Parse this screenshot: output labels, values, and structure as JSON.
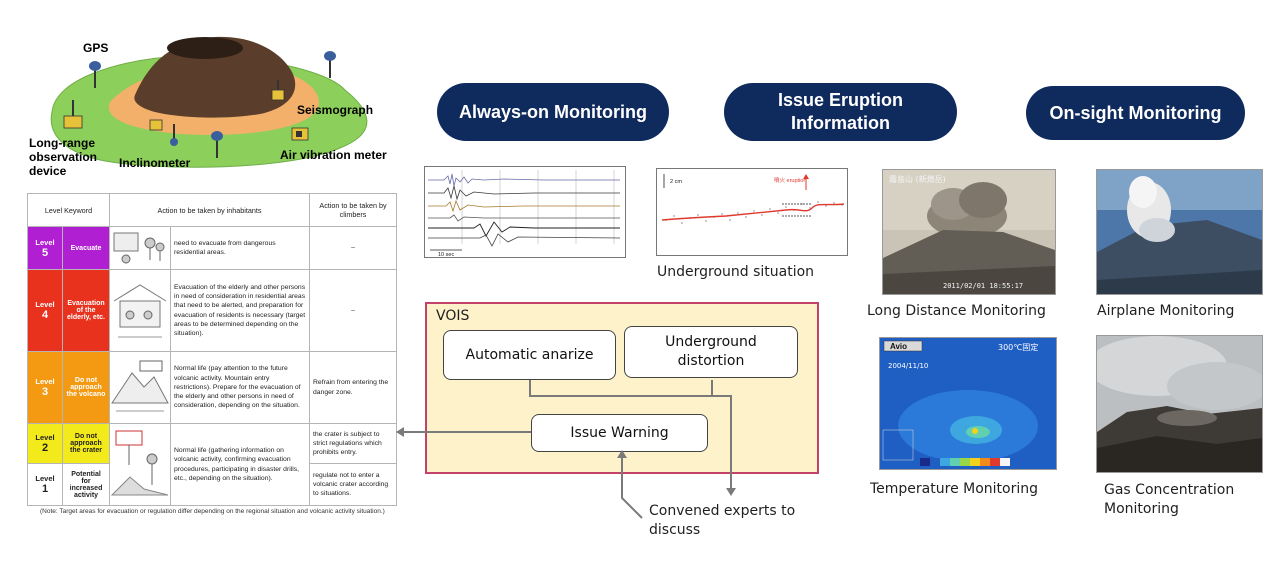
{
  "volcano_labels": {
    "gps": "GPS",
    "seismograph": "Seismograph",
    "long_range": "Long-range observation device",
    "inclinometer": "Inclinometer",
    "air_vibration": "Air vibration meter"
  },
  "headers": {
    "always_on": "Always-on Monitoring",
    "issue_eruption": "Issue Eruption Information",
    "on_sight": "On-sight Monitoring"
  },
  "graphs": {
    "seismic_scale": "10 sec",
    "tilt_scale": "2 cm",
    "eruption_mark": "噴火 eruption",
    "underground_caption": "Underground situation"
  },
  "vois": {
    "title": "VOIS",
    "automatic": "Automatic anarize",
    "distortion": "Underground distortion",
    "warning": "Issue Warning",
    "experts": "Convened experts to discuss"
  },
  "photos": {
    "long_distance": "Long Distance Monitoring",
    "airplane": "Airplane Monitoring",
    "temperature": "Temperature Monitoring",
    "gas": "Gas Concentration Monitoring",
    "photo1_stamp": "2011/02/01 18:55:17",
    "photo1_title": "霧島山 (新燃岳)",
    "thermal_brand": "Avio",
    "thermal_temp": "300℃固定",
    "thermal_date": "2004/11/10"
  },
  "level_table": {
    "header_level": "Level Keyword",
    "header_inhabitants": "Action to be taken by inhabitants",
    "header_climbers": "Action to be taken by climbers",
    "rows": [
      {
        "level_word": "Level",
        "level": "5",
        "keyword": "Evacuate",
        "inhabitants": "need to evacuate from dangerous residential areas.",
        "climbers": "–",
        "color": "#b01fd1"
      },
      {
        "level_word": "Level",
        "level": "4",
        "keyword": "Evacuation of the elderly, etc.",
        "inhabitants": "Evacuation of the elderly and other persons in need of consideration in residential areas that need to be alerted, and preparation for evacuation of residents is necessary (target areas to be determined depending on the situation).",
        "climbers": "–",
        "color": "#e8321e"
      },
      {
        "level_word": "Level",
        "level": "3",
        "keyword": "Do not approach the volcano",
        "inhabitants": "Normal life (pay attention to the future volcanic activity. Mountain entry restrictions). Prepare for the evacuation of the elderly and other persons in need of consideration, depending on the situation.",
        "climbers": "Refrain from entering the danger zone.",
        "color": "#f39a12"
      },
      {
        "level_word": "Level",
        "level": "2",
        "keyword": "Do not approach the crater",
        "inhabitants": "Normal life (gathering information on volcanic activity, confirming evacuation procedures, participating in disaster drills, etc., depending on the situation).",
        "climbers": "the crater is subject to strict regulations which prohibits entry.",
        "color": "#f2ea1b"
      },
      {
        "level_word": "Level",
        "level": "1",
        "keyword": "Potential for increased activity",
        "inhabitants": "",
        "climbers": "regulate not to enter a volcanic crater according to situations.",
        "color": "#ffffff"
      }
    ],
    "note": "(Note: Target areas for evacuation or regulation differ depending on the regional situation and volcanic activity situation.)"
  },
  "colors": {
    "navy": "#0f2a5c",
    "vois_border": "#c2426a",
    "vois_fill": "#fdf2c9",
    "arrow": "#7a7a7a",
    "tilt_line": "#e03a2e"
  }
}
